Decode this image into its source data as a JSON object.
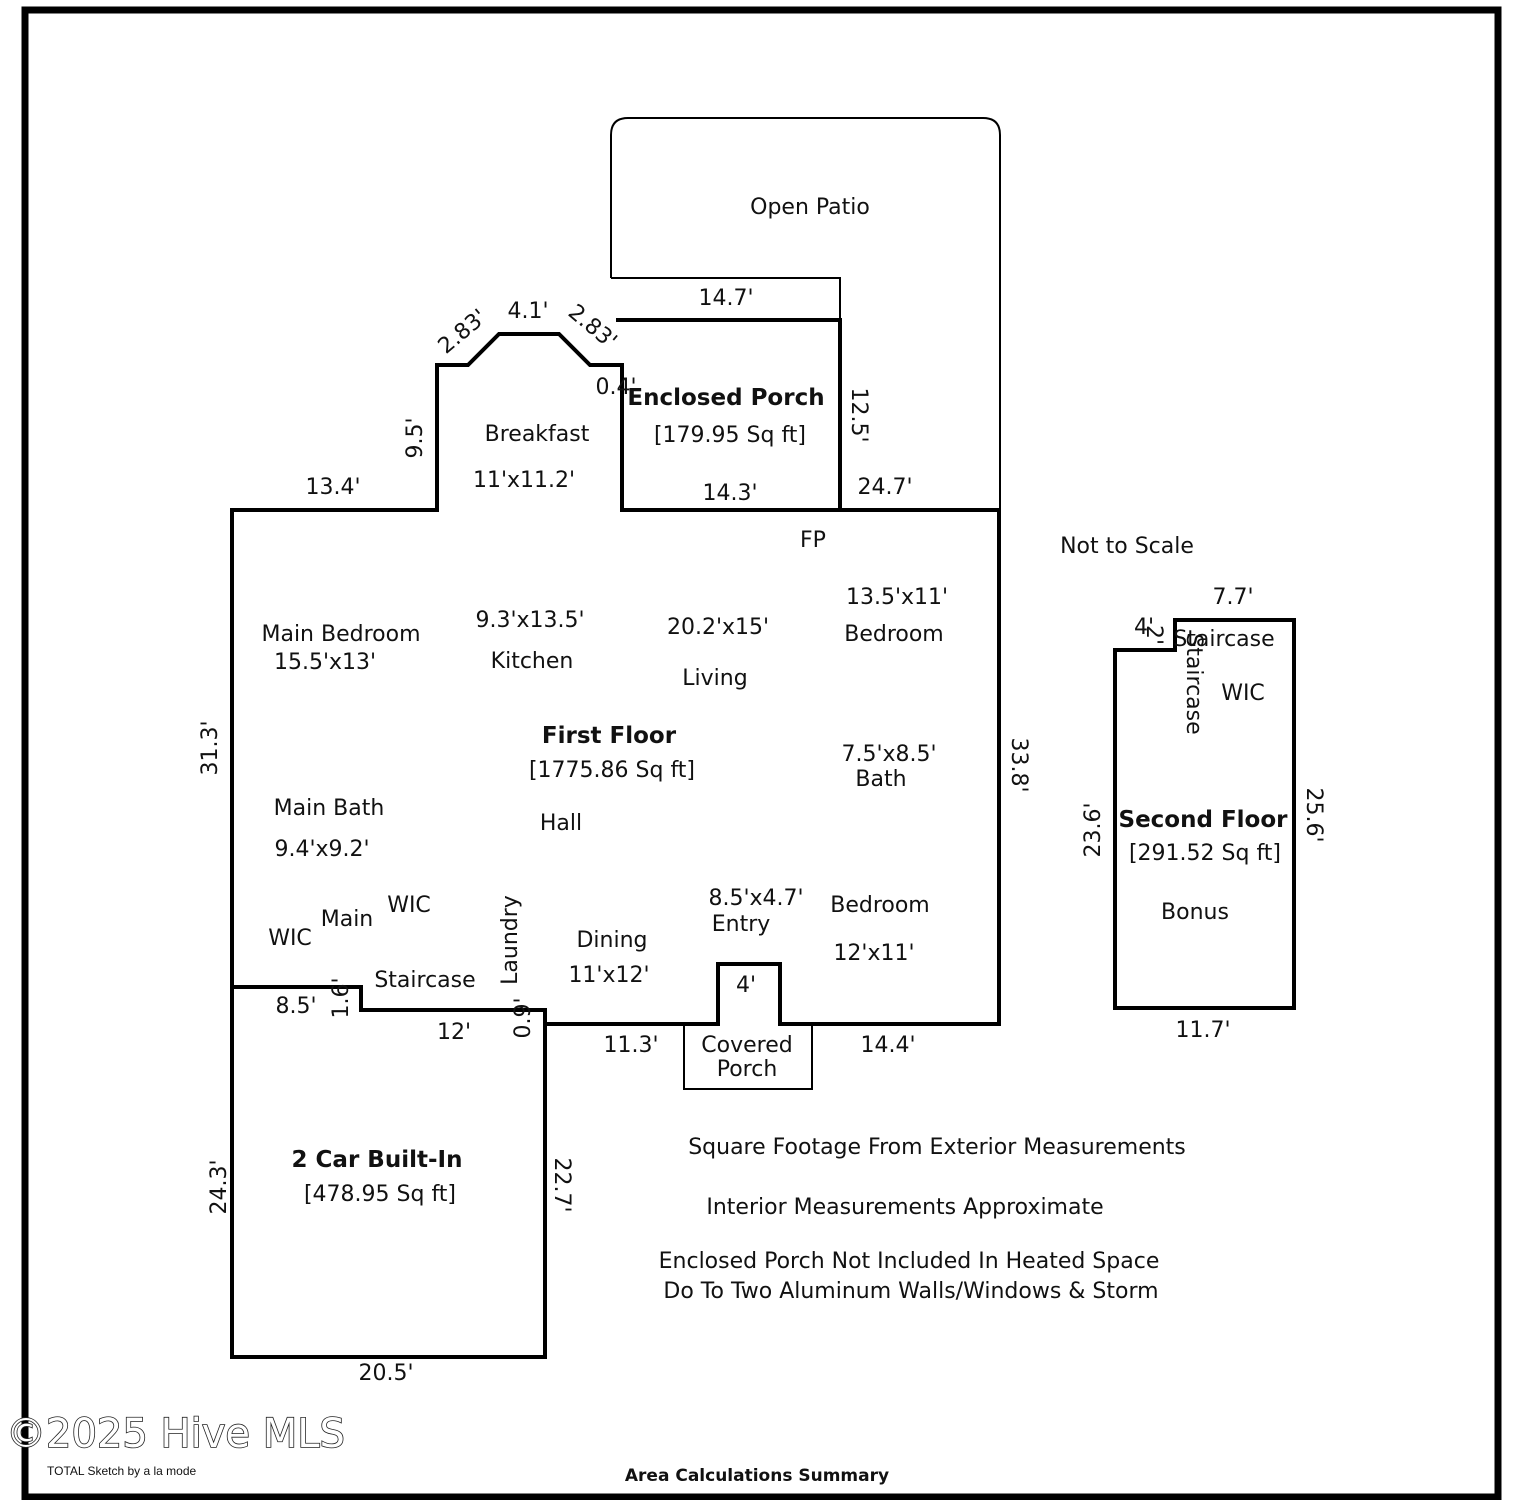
{
  "areas": {
    "first_floor": {
      "name": "First Floor",
      "area": "[1775.86 Sq ft]"
    },
    "enclosed_porch": {
      "name": "Enclosed Porch",
      "area": "[179.95 Sq ft]"
    },
    "garage": {
      "name": "2 Car Built-In",
      "area": "[478.95 Sq ft]"
    },
    "second_floor": {
      "name": "Second Floor",
      "area": "[291.52 Sq ft]"
    }
  },
  "rooms": {
    "open_patio": "Open Patio",
    "breakfast": "Breakfast",
    "breakfast_dims": "11'x11.2'",
    "fp": "FP",
    "main_bedroom": "Main Bedroom",
    "main_bedroom_dims": "15.5'x13'",
    "kitchen_dims": "9.3'x13.5'",
    "kitchen": "Kitchen",
    "living_dims": "20.2'x15'",
    "living": "Living",
    "bedroom1_dims": "13.5'x11'",
    "bedroom1": "Bedroom",
    "bath_dims": "7.5'x8.5'",
    "bath": "Bath",
    "main_bath": "Main Bath",
    "main_bath_dims": "9.4'x9.2'",
    "hall": "Hall",
    "wic1": "WIC",
    "main_wic_main": "Main",
    "main_wic_wic": "WIC",
    "laundry": "Laundry",
    "staircase": "Staircase",
    "dining": "Dining",
    "dining_dims": "11'x12'",
    "entry_dims": "8.5'x4.7'",
    "entry": "Entry",
    "bedroom2": "Bedroom",
    "bedroom2_dims": "12'x11'",
    "covered_porch_1": "Covered",
    "covered_porch_2": "Porch",
    "upper_staircase": "Staircase",
    "upper_staircase_v": "Staircase",
    "upper_wic": "WIC",
    "bonus": "Bonus"
  },
  "dimensions": {
    "d_14_7": "14.7'",
    "d_4_1": "4.1'",
    "d_2_83_a": "2.83'",
    "d_2_83_b": "2.83'",
    "d_0_4": "0.4'",
    "d_12_5": "12.5'",
    "d_9_5": "9.5'",
    "d_13_4": "13.4'",
    "d_14_3": "14.3'",
    "d_24_7": "24.7'",
    "d_31_3": "31.3'",
    "d_33_8": "33.8'",
    "d_8_5": "8.5'",
    "d_1_6": "1.6'",
    "d_12": "12'",
    "d_0_9": "0.9'",
    "d_11_3": "11.3'",
    "d_4_porch": "4'",
    "d_14_4": "14.4'",
    "d_24_3": "24.3'",
    "d_22_7": "22.7'",
    "d_20_5": "20.5'",
    "d_7_7": "7.7'",
    "d_4_up": "4'",
    "d_2_up": "2'",
    "d_23_6": "23.6'",
    "d_25_6": "25.6'",
    "d_11_7": "11.7'"
  },
  "notes": {
    "not_to_scale": "Not to Scale",
    "sqft_note": "Square Footage From Exterior Measurements",
    "interior_note": "Interior Measurements Approximate",
    "porch_note_1": "Enclosed Porch Not Included In Heated Space",
    "porch_note_2": "Do To Two Aluminum Walls/Windows & Storm"
  },
  "footer": {
    "watermark": "©2025 Hive MLS",
    "credit": "TOTAL Sketch by a la mode",
    "summary": "Area Calculations Summary"
  }
}
